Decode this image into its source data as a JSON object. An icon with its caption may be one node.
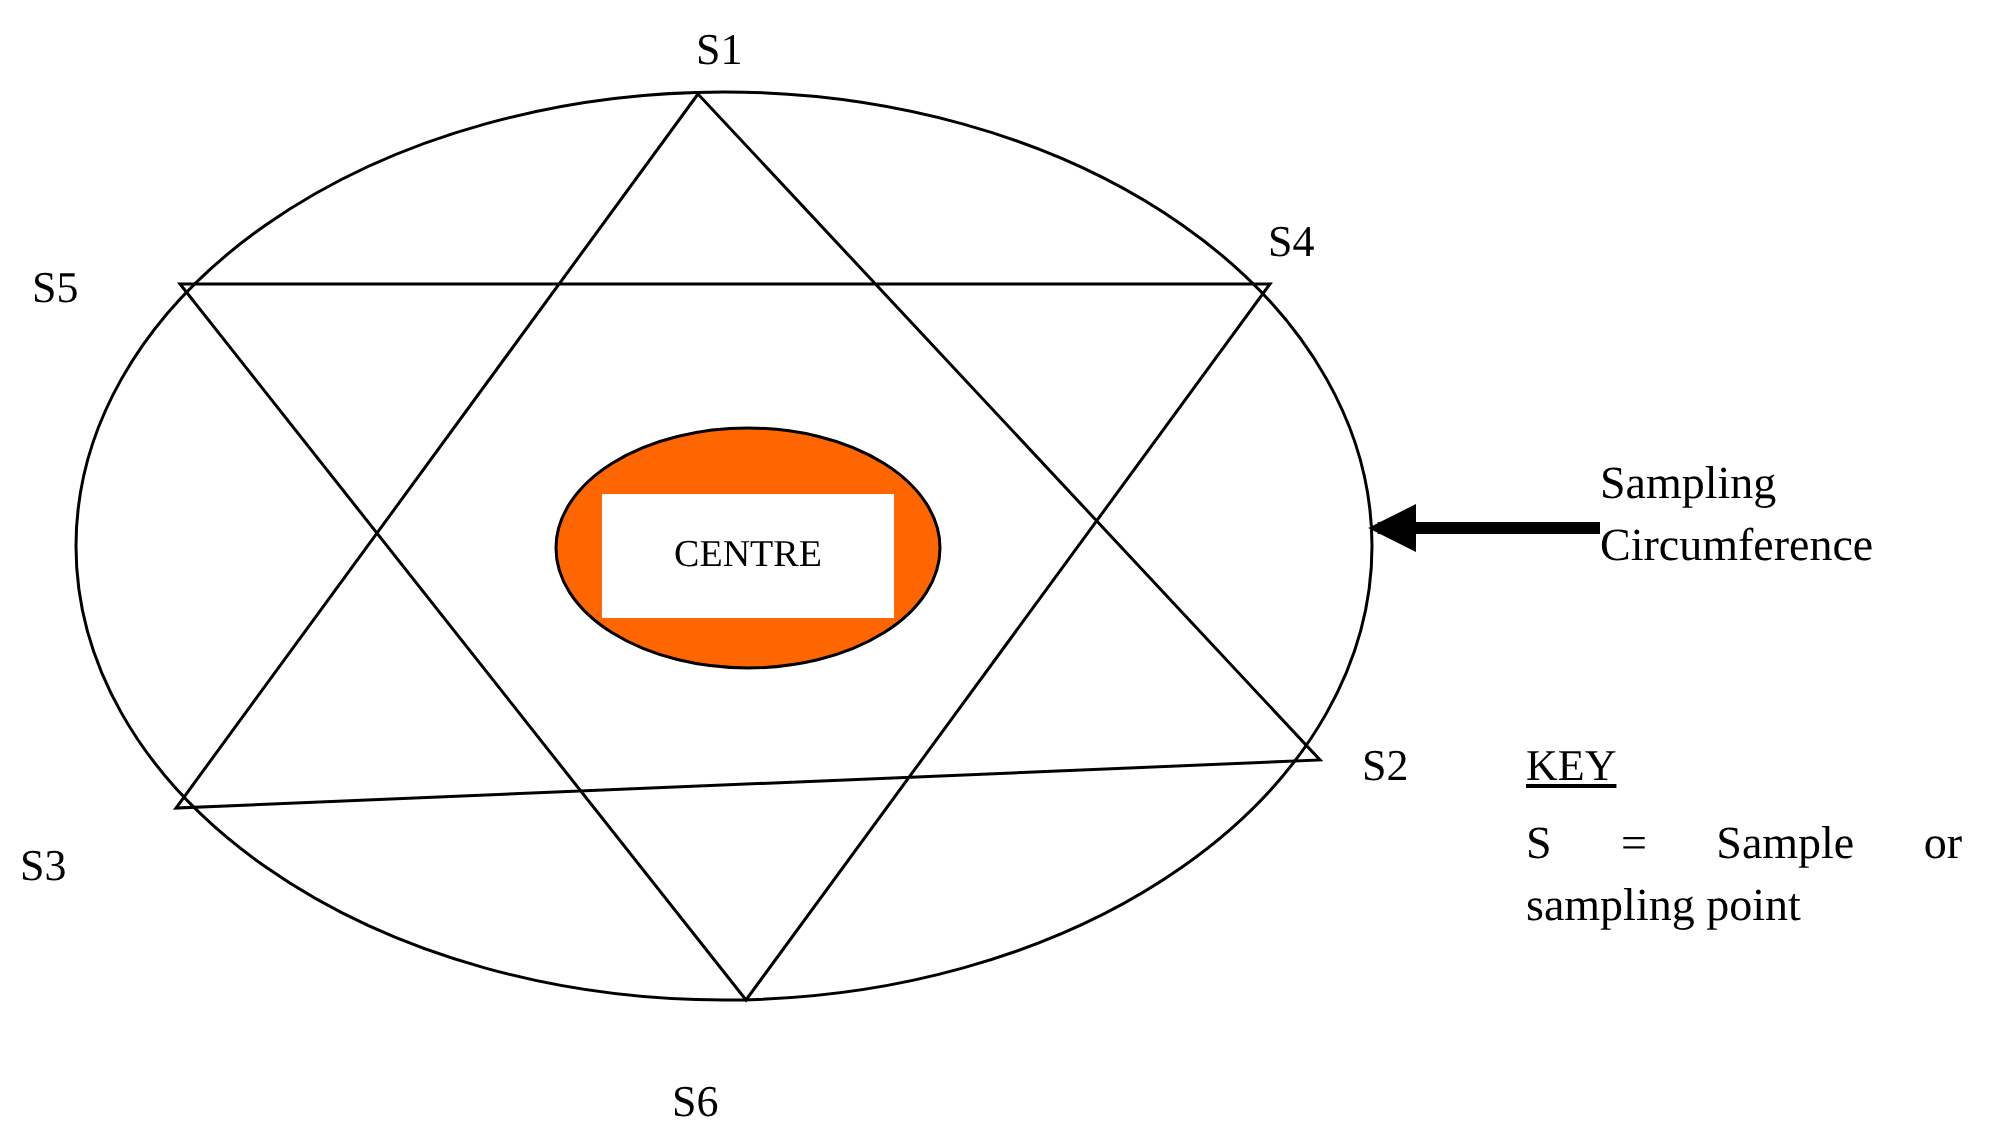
{
  "diagram": {
    "nodes": [
      {
        "text": [],
        "shape": "circle"
      },
      {
        "text": [
          "CENTRE"
        ],
        "in": 0
      },
      {
        "text": [
          "Sampling Circumference"
        ]
      }
    ],
    "edges": [
      {
        "from": 2,
        "to": 0,
        "arrow": "to"
      }
    ],
    "labels": [
      "S1",
      "S5",
      "S4",
      "S2",
      "S3",
      "S6",
      "KEY",
      "S = Sample or sampling point"
    ]
  }
}
